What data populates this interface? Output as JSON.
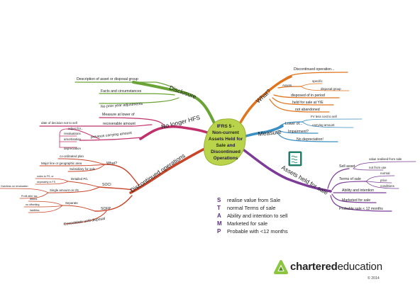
{
  "center": {
    "lines": [
      "IFRS 5 -",
      "Non-current",
      "Assets Held for",
      "Sale and",
      "Discontinued",
      "Operations"
    ]
  },
  "disclosure": {
    "label": "Disclosure",
    "items": [
      "Description of asset or disposal group",
      "Facts and circumstances",
      "No prior year adjustments"
    ]
  },
  "no_longer_hfs": {
    "label": "No longer HFS",
    "lower_of_line1": "Measure at lower of",
    "lower_of_line2": "recoverable amount",
    "date_decision": "date of decision not to sell",
    "previous_carrying": "previous carrying amount",
    "adjust_for": "adjust for...",
    "sub": [
      "revaluations",
      "amortisation",
      "depreciation"
    ]
  },
  "discontinued": {
    "label": "Discontinued operations",
    "what": "What?",
    "what_items": [
      "co-ordinated plan",
      "Major line or geographic area",
      "Subsidiary for sale"
    ],
    "soci": "SOCI",
    "detailed_pl": "Detailed P/L",
    "detailed_items": [
      "notes to FS, or",
      "separately in FS"
    ],
    "single_amount": "Single amount on I/S",
    "gain_loss": "Gain/loss on revaluation",
    "profit_after_tax": "Profit after tax",
    "sofp": "SOFP",
    "separate": "Separate",
    "separate_items": [
      "assets",
      "no offsetting",
      "liabilities"
    ],
    "consolidate": "Consolidate until disposal"
  },
  "what": {
    "label": "What?",
    "discontinued_op": "Discontinued operation...",
    "assets": "Assets...",
    "specific": "specific",
    "disposal_group": "disposal group",
    "items": [
      "disposed of in period",
      "held for sale at Y/E",
      "not abandoned"
    ]
  },
  "measure": {
    "label": "Measure",
    "lower_of": "Lower of...",
    "fv": "FV less cost to sell",
    "carrying": "carrying amount",
    "impairment": "Impairment?",
    "no_dep": "No depreciation!"
  },
  "ahfs": {
    "label": "Assets held for sale",
    "sell_asset": "Sell asset",
    "value_realised": "value realised from sale",
    "not_from_use": "not from use",
    "terms_of_sale": "Terms of sale",
    "terms_items": [
      "normal",
      "price",
      "conditions"
    ],
    "items": [
      "Ability and intention",
      "Marketed for sale",
      "Probable sale < 12 months"
    ]
  },
  "stamp": [
    {
      "letter": "S",
      "text": "realise value from Sale"
    },
    {
      "letter": "T",
      "text": "normal Terms of sale"
    },
    {
      "letter": "A",
      "text": "Ability and intention to sell"
    },
    {
      "letter": "M",
      "text": "Marketed for sale"
    },
    {
      "letter": "P",
      "text": "Probable with <12 months"
    }
  ],
  "brand": {
    "name_bold": "chartered",
    "name_light": "education",
    "copyright": "© 2014"
  },
  "colors": {
    "disclosure": "#6aa336",
    "no_longer": "#c0306a",
    "discontinued": "#c8452a",
    "what": "#e0731e",
    "measure": "#3a8fc4",
    "ahfs": "#7b3b96",
    "center": "#b9d44a",
    "stamp_letter": "#5a2d82"
  }
}
